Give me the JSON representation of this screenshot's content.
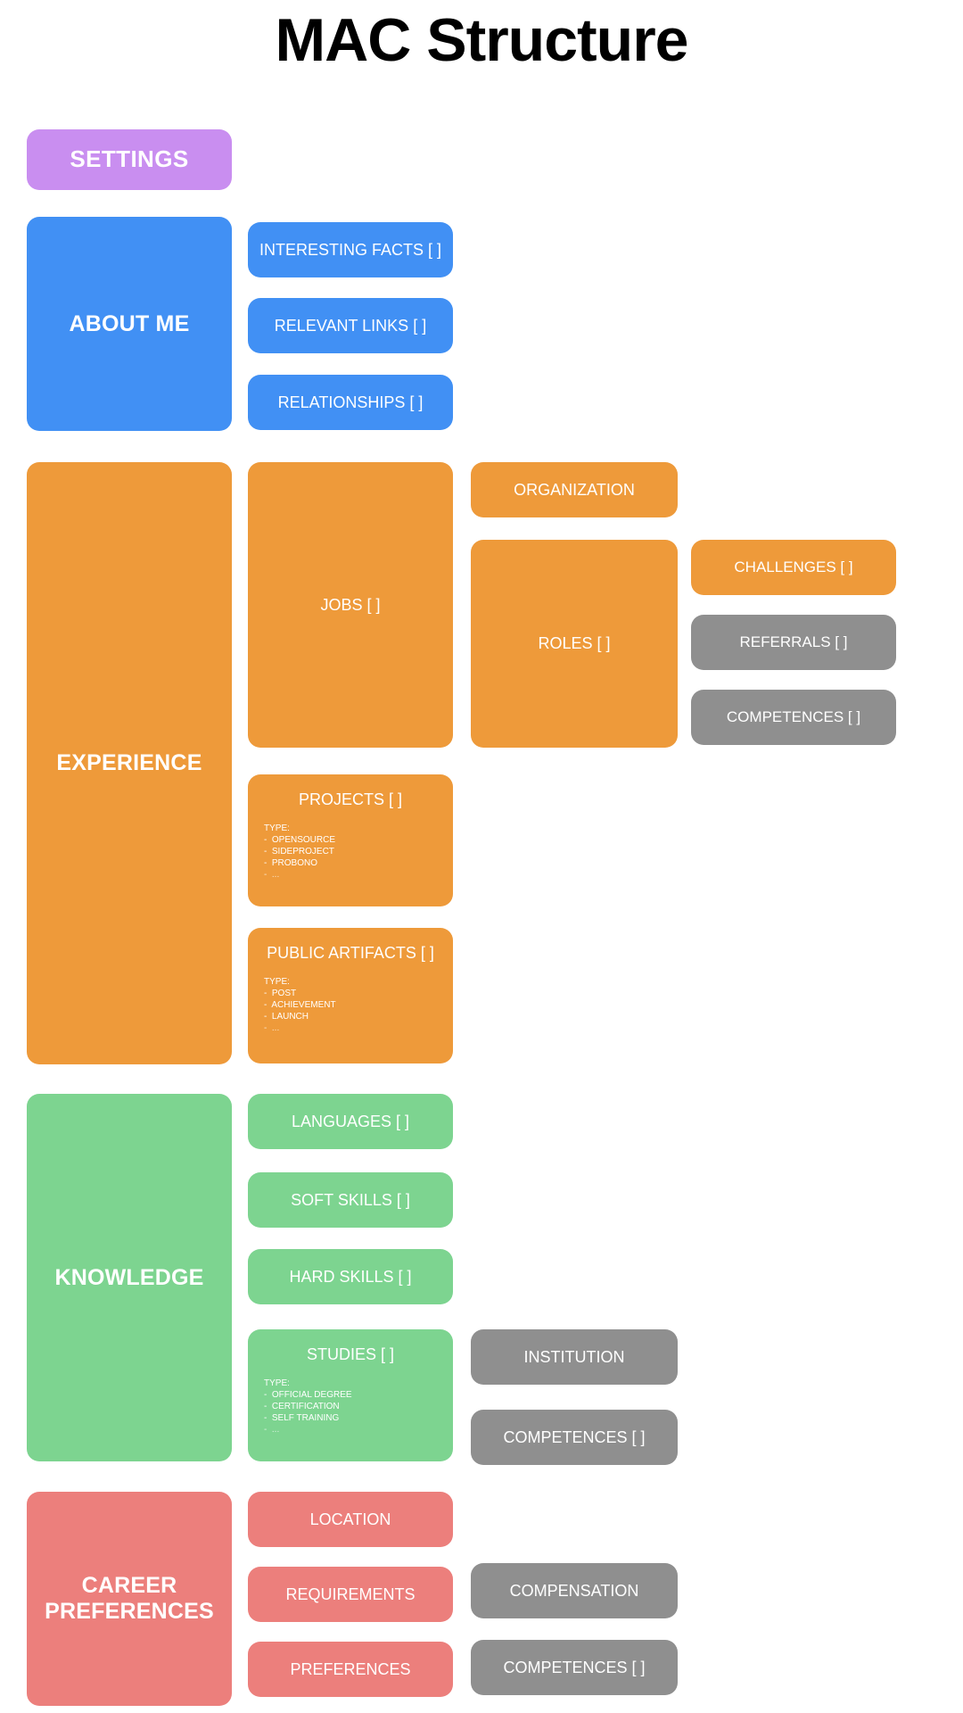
{
  "title": "MAC Structure",
  "palette": {
    "purple": "#c98ef0",
    "blue": "#4190f4",
    "orange": "#ee9a3a",
    "green": "#7dd490",
    "red": "#ec7f7c",
    "gray": "#8f8f8f",
    "text_on_node": "#ffffff",
    "title_color": "#000000",
    "background": "#ffffff"
  },
  "settings": {
    "label": "SETTINGS"
  },
  "sections": [
    {
      "key": "about_me",
      "label": "ABOUT ME",
      "color": "orange_none",
      "children": [
        {
          "label": "INTERESTING FACTS [ ]"
        },
        {
          "label": "RELEVANT LINKS [ ]"
        },
        {
          "label": "RELATIONSHIPS [ ]"
        }
      ]
    },
    {
      "key": "experience",
      "label": "EXPERIENCE",
      "children": [
        {
          "label": "JOBS [ ]"
        },
        {
          "label": "PROJECTS [ ]"
        },
        {
          "label": "PUBLIC ARTIFACTS [ ]"
        }
      ],
      "grandchildren": [
        {
          "label": "ORGANIZATION"
        },
        {
          "label": "ROLES [ ]"
        }
      ],
      "great_grandchildren": [
        {
          "label": "CHALLENGES [ ]"
        },
        {
          "label": "REFERRALS [ ]"
        },
        {
          "label": "COMPETENCES [ ]"
        }
      ]
    },
    {
      "key": "knowledge",
      "label": "KNOWLEDGE",
      "children": [
        {
          "label": "LANGUAGES [ ]"
        },
        {
          "label": "SOFT SKILLS [ ]"
        },
        {
          "label": "HARD SKILLS [ ]"
        },
        {
          "label": "STUDIES [ ]"
        }
      ],
      "grandchildren": [
        {
          "label": "INSTITUTION"
        },
        {
          "label": "COMPETENCES [ ]"
        }
      ]
    },
    {
      "key": "career_preferences",
      "label": "CAREER\nPREFERENCES",
      "children": [
        {
          "label": "LOCATION"
        },
        {
          "label": "REQUIREMENTS"
        },
        {
          "label": "PREFERENCES"
        }
      ],
      "grandchildren": [
        {
          "label": "COMPENSATION"
        },
        {
          "label": "COMPETENCES [ ]"
        }
      ]
    }
  ],
  "nodes": {
    "settings": "SETTINGS",
    "about_me": "ABOUT ME",
    "interesting_facts": "INTERESTING FACTS [ ]",
    "relevant_links": "RELEVANT LINKS [ ]",
    "relationships": "RELATIONSHIPS [ ]",
    "experience": "EXPERIENCE",
    "jobs": "JOBS [ ]",
    "organization": "ORGANIZATION",
    "roles": "ROLES [ ]",
    "challenges": "CHALLENGES [ ]",
    "referrals": "REFERRALS [ ]",
    "exp_competences": "COMPETENCES [ ]",
    "projects": "PROJECTS [ ]",
    "public_artifacts": "PUBLIC ARTIFACTS [ ]",
    "knowledge": "KNOWLEDGE",
    "languages": "LANGUAGES [ ]",
    "soft_skills": "SOFT SKILLS [ ]",
    "hard_skills": "HARD SKILLS [ ]",
    "studies": "STUDIES [ ]",
    "institution": "INSTITUTION",
    "studies_competences": "COMPETENCES [ ]",
    "career_preferences": "CAREER\nPREFERENCES",
    "location": "LOCATION",
    "requirements": "REQUIREMENTS",
    "preferences": "PREFERENCES",
    "compensation": "COMPENSATION",
    "career_competences": "COMPETENCES [ ]"
  },
  "type_lists": {
    "projects": {
      "head": "TYPE:",
      "items": [
        "-  OPENSOURCE",
        "-  SIDEPROJECT",
        "-  PROBONO",
        "-  ..."
      ]
    },
    "public_artifacts": {
      "head": "TYPE:",
      "items": [
        "-  POST",
        "-  ACHIEVEMENT",
        "-  LAUNCH",
        "-  ..."
      ]
    },
    "studies": {
      "head": "TYPE:",
      "items": [
        "-  OFFICIAL DEGREE",
        "-  CERTIFICATION",
        "-  SELF TRAINING",
        "-  ..."
      ]
    }
  }
}
